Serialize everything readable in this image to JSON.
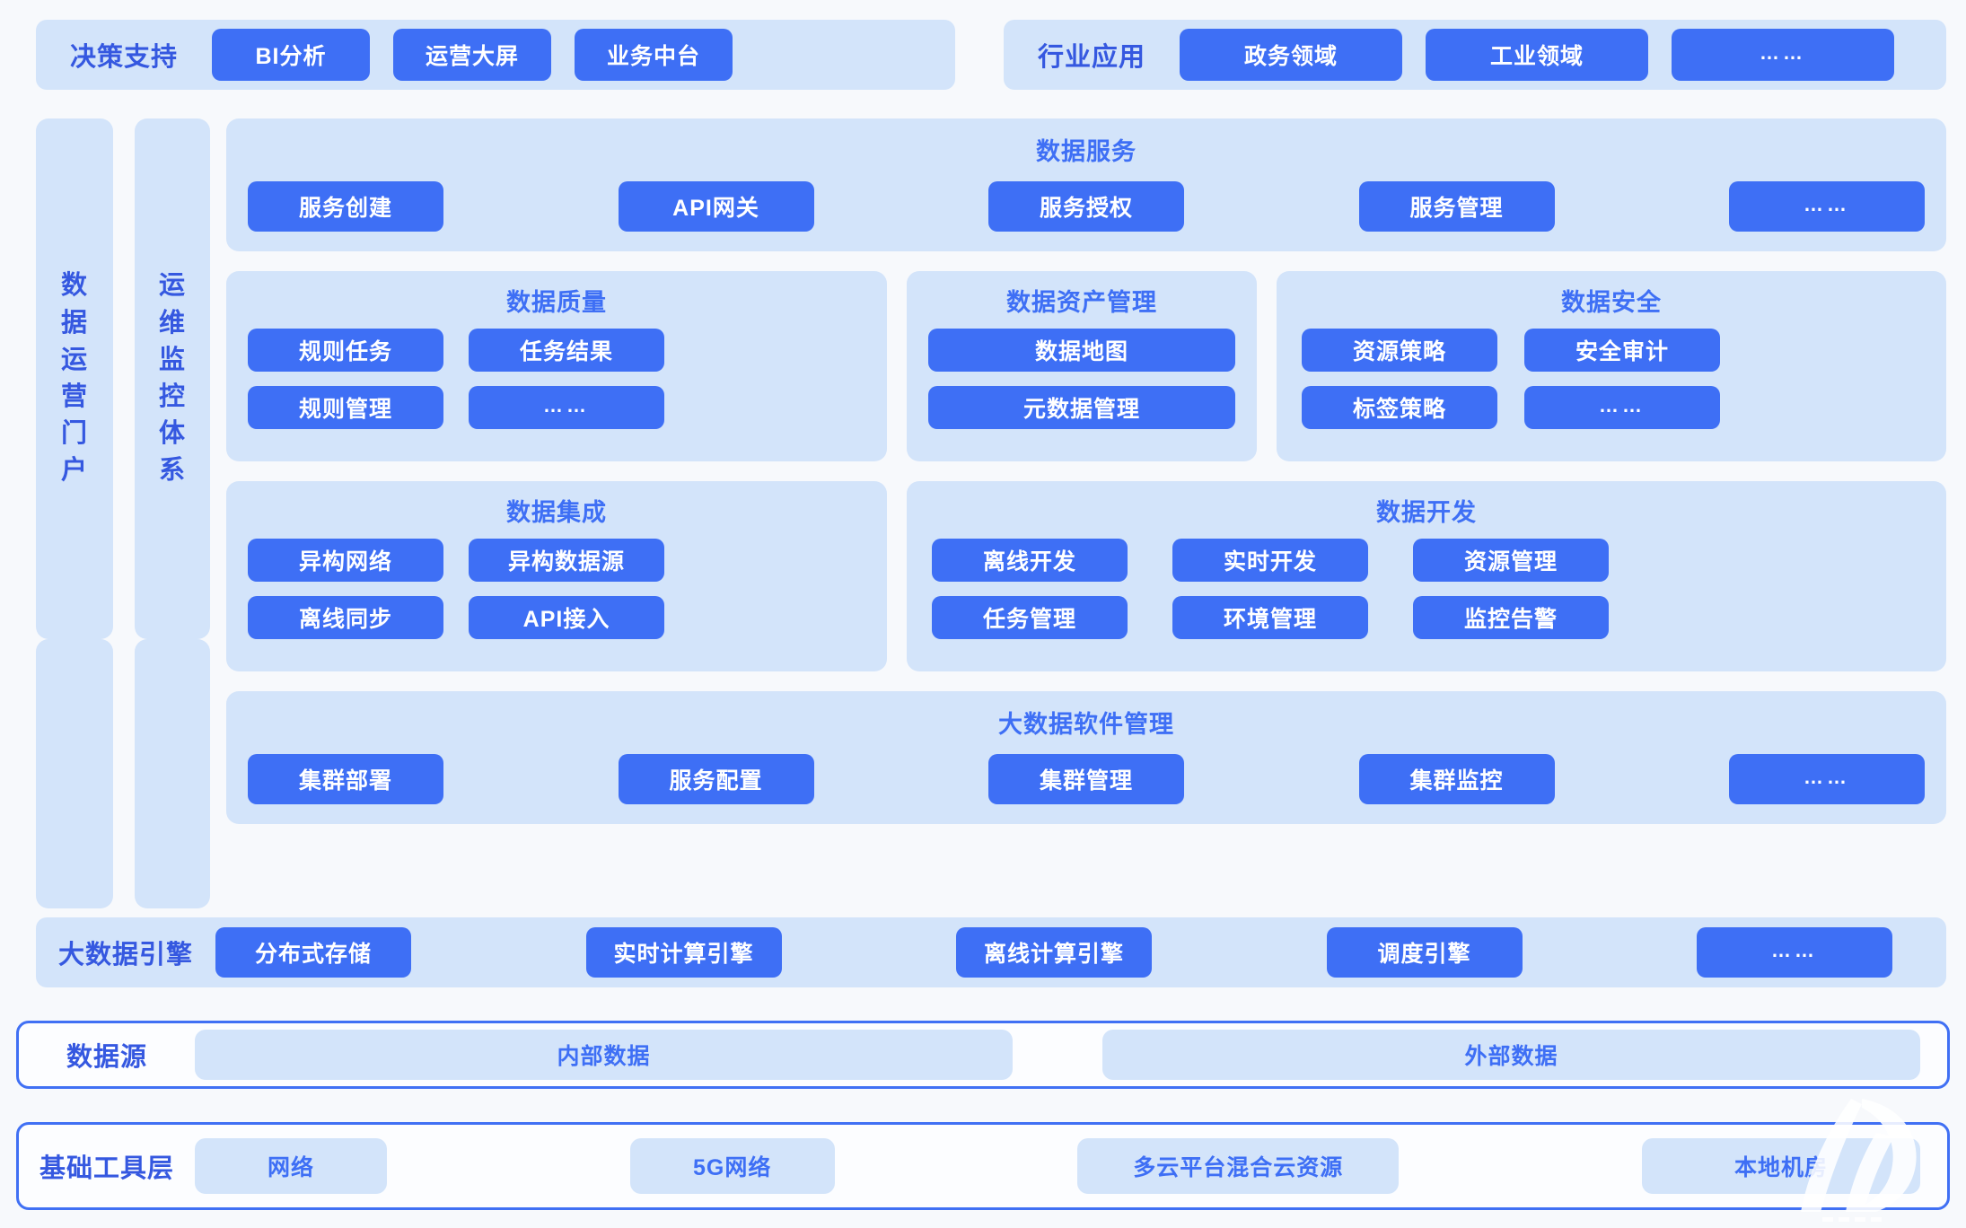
{
  "top_row": {
    "decision": {
      "label": "决策支持",
      "items": [
        "BI分析",
        "运营大屏",
        "业务中台"
      ]
    },
    "industry": {
      "label": "行业应用",
      "items": [
        "政务领域",
        "工业领域",
        "……"
      ]
    }
  },
  "rails": [
    {
      "label": "数据运营门户"
    },
    {
      "label": "运维监控体系"
    }
  ],
  "data_service": {
    "title": "数据服务",
    "items": [
      "服务创建",
      "API网关",
      "服务授权",
      "服务管理",
      "……"
    ]
  },
  "governance": [
    {
      "title": "数据质量",
      "items": [
        "规则任务",
        "任务结果",
        "规则管理",
        "……"
      ]
    },
    {
      "title": "数据资产管理",
      "items": [
        "数据地图",
        "元数据管理"
      ]
    },
    {
      "title": "数据安全",
      "items": [
        "资源策略",
        "安全审计",
        "标签策略",
        "……"
      ]
    }
  ],
  "pipeline": [
    {
      "title": "数据集成",
      "items": [
        "异构网络",
        "异构数据源",
        "离线同步",
        "API接入"
      ]
    },
    {
      "title": "数据开发",
      "items": [
        "离线开发",
        "实时开发",
        "资源管理",
        "任务管理",
        "环境管理",
        "监控告警"
      ]
    }
  ],
  "software_mgmt": {
    "title": "大数据软件管理",
    "items": [
      "集群部署",
      "服务配置",
      "集群管理",
      "集群监控",
      "……"
    ]
  },
  "engine_row": {
    "label": "大数据引擎",
    "items": [
      "分布式存储",
      "实时计算引擎",
      "离线计算引擎",
      "调度引擎",
      "……"
    ]
  },
  "datasource_row": {
    "label": "数据源",
    "items": [
      "内部数据",
      "外部数据"
    ]
  },
  "infra_row": {
    "label": "基础工具层",
    "items": [
      "网络",
      "5G网络",
      "多云平台混合云资源",
      "本地机房"
    ]
  },
  "colors": {
    "chip_blue": "#3e6ff5",
    "panel_light": "#d3e4fa",
    "label_blue": "#3558e0",
    "page_bg": "#f7f9fc",
    "border_blue": "#4070f4"
  }
}
